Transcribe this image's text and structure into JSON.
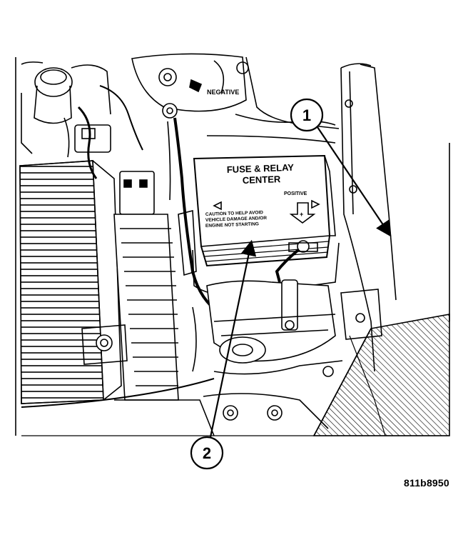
{
  "figure": {
    "id": "811b8950",
    "labels": {
      "negative": "NEGATIVE",
      "fuse_relay_line1": "FUSE & RELAY",
      "fuse_relay_line2": "CENTER",
      "positive": "POSITIVE",
      "caution_line1": "CAUTION TO HELP AVOID",
      "caution_line2": "VEHICLE DAMAGE AND/OR",
      "caution_line3": "ENGINE NOT STARTING",
      "plus": "+"
    },
    "callouts": [
      {
        "number": "1"
      },
      {
        "number": "2"
      }
    ]
  }
}
